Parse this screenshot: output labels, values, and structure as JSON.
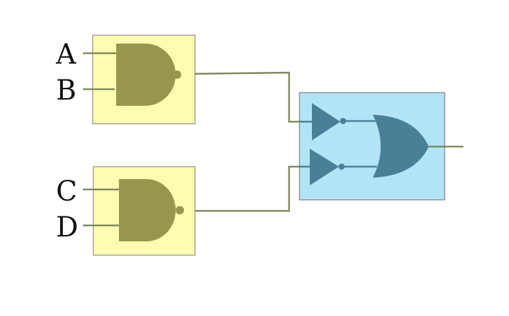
{
  "diagram": {
    "inputs": [
      "A",
      "B",
      "C",
      "D"
    ],
    "colors": {
      "nand_panel": "#fdfcb0",
      "nand_gate": "#96964e",
      "or_panel": "#b2e4f6",
      "or_gate": "#4a7f98",
      "wire": "#7d8a5c"
    }
  }
}
